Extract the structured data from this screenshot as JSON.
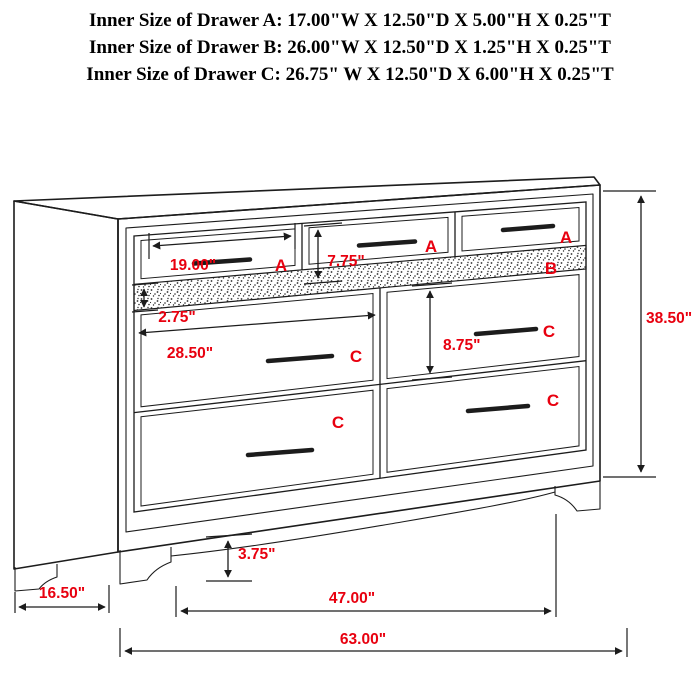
{
  "header": {
    "lines": [
      "Inner Size of Drawer A: 17.00\"W X 12.50\"D X 5.00\"H X 0.25\"T",
      "Inner Size of Drawer B: 26.00\"W X 12.50\"D X 1.25\"H X 0.25\"T",
      "Inner Size of Drawer C: 26.75\" W X 12.50\"D X 6.00\"H X 0.25\"T"
    ]
  },
  "diagram": {
    "drawer_labels": {
      "a1": "A",
      "a2": "A",
      "a3": "A",
      "b": "B",
      "c_left_top": "C",
      "c_right_top": "C",
      "c_left_bottom": "C",
      "c_right_bottom": "C"
    },
    "dimensions": {
      "drawer_a_width": "19.00\"",
      "drawer_a_height": "7.75\"",
      "drawer_b_height": "2.75\"",
      "drawer_c_width": "28.50\"",
      "drawer_c_height": "8.75\"",
      "leg_height": "3.75\"",
      "depth": "16.50\"",
      "leg_span": "47.00\"",
      "overall_width": "63.00\"",
      "overall_height": "38.50\""
    },
    "colors": {
      "accent_red": "#e8000f",
      "line_black": "#1c1c1c",
      "background": "#ffffff"
    }
  }
}
